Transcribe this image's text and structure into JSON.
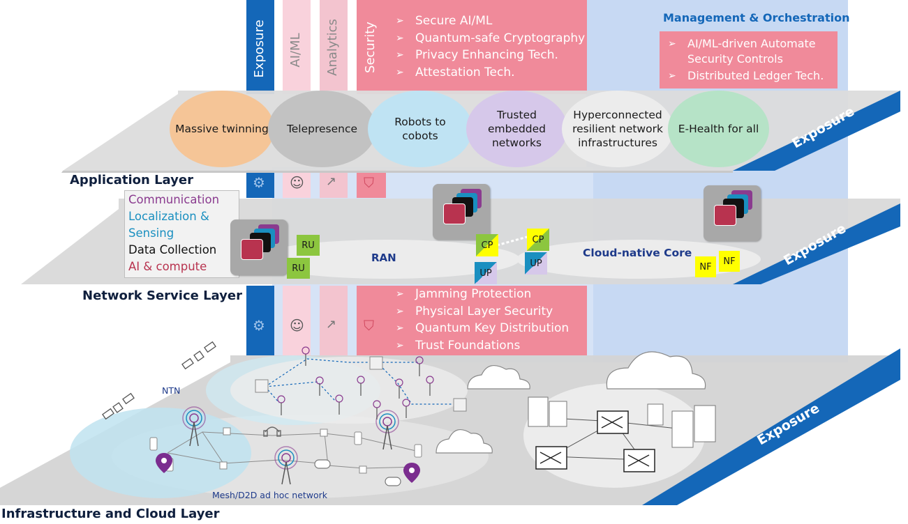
{
  "management": {
    "title": "Management & Orchestration",
    "items": [
      "AI/ML-driven Automate Security Controls",
      "Distributed Ledger Tech."
    ]
  },
  "columns": {
    "exposure": "Exposure",
    "aiml": "AI/ML",
    "analytics": "Analytics",
    "security": "Security"
  },
  "security_top": [
    "Secure AI/ML",
    "Quantum-safe Cryptography",
    "Privacy Enhancing Tech.",
    "Attestation Tech."
  ],
  "security_bottom": [
    "Jamming Protection",
    "Physical Layer Security",
    "Quantum Key Distribution",
    "Trust Foundations"
  ],
  "applications": [
    {
      "label": "Massive twinning",
      "color": "#f5c597"
    },
    {
      "label": "Telepresence",
      "color": "#c2c2c2"
    },
    {
      "label": "Robots to cobots",
      "color": "#bfe3f3"
    },
    {
      "label": "Trusted embedded networks",
      "color": "#d6c8ea"
    },
    {
      "label": "Hyperconnected resilient network infrastructures",
      "color": "#ececec"
    },
    {
      "label": "E-Health for all",
      "color": "#b6e3c7"
    }
  ],
  "layers": {
    "application": "Application Layer",
    "network_service": "Network Service Layer",
    "infrastructure": "Infrastructure and Cloud Layer"
  },
  "exposure_label": "Exposure",
  "legend": [
    {
      "label": "Communication",
      "color": "#8a3b8f"
    },
    {
      "label": "Localization &",
      "color": "#1a8fc0"
    },
    {
      "label": "Sensing",
      "color": "#1a8fc0"
    },
    {
      "label": "Data Collection",
      "color": "#111111"
    },
    {
      "label": "AI & compute",
      "color": "#b8334f"
    }
  ],
  "network": {
    "ru": "RU",
    "ran": "RAN",
    "core": "Cloud-native Core",
    "cp": "CP",
    "up": "UP",
    "nf": "NF"
  },
  "infra": {
    "ntn": "NTN",
    "mesh": "Mesh/D2D ad hoc network"
  },
  "colors": {
    "exposure_blue": "#1467b8",
    "security_red": "#f08a9a",
    "mgmt_blue": "#c7d9f3",
    "plane_grey": "#d9d9d9",
    "title_navy": "#0f1f3d"
  }
}
